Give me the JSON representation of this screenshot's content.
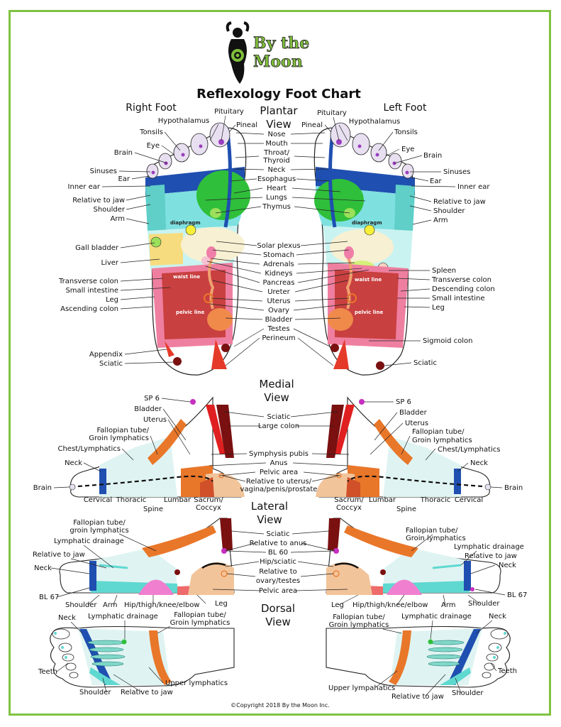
{
  "brand": {
    "line1": "By the",
    "line2": "Moon"
  },
  "title": "Reflexology Foot Chart",
  "copyright": "©Copyright 2018 By the Moon Inc.",
  "sections": {
    "plantar": [
      "Plantar",
      "View"
    ],
    "medial": [
      "Medial",
      "View"
    ],
    "lateral": [
      "Lateral",
      "View"
    ],
    "dorsal": [
      "Dorsal",
      "View"
    ]
  },
  "plantar": {
    "right_foot": "Right Foot",
    "left_foot": "Left Foot",
    "diaphragm": "diaphragm",
    "waist_line": "waist line",
    "pelvic_line": "pelvic line",
    "center": [
      "Nose",
      "Mouth",
      "Throat/",
      "Thyroid",
      "Neck",
      "Esophagus",
      "Heart",
      "Lungs",
      "Thymus",
      "Solar plexus",
      "Stomach",
      "Adrenals",
      "Kidneys",
      "Pancreas",
      "Ureter",
      "Uterus",
      "Ovary",
      "Bladder",
      "Testes",
      "Perineum"
    ],
    "right_labels": [
      "Pituitary",
      "Hypothalamus",
      "Pineal",
      "Tonsils",
      "Eye",
      "Brain",
      "Sinuses",
      "Ear",
      "Inner ear",
      "Relative to jaw",
      "Shoulder",
      "Arm",
      "Gall bladder",
      "Liver",
      "Transverse colon",
      "Small intestine",
      "Leg",
      "Ascending colon",
      "Appendix",
      "Sciatic"
    ],
    "left_labels": [
      "Pituitary",
      "Hypothalamus",
      "Pineal",
      "Tonsils",
      "Eye",
      "Brain",
      "Sinuses",
      "Ear",
      "Inner ear",
      "Relative to jaw",
      "Shoulder",
      "Arm",
      "Spleen",
      "Transverse colon",
      "Descending colon",
      "Small intestine",
      "Leg",
      "Sigmoid colon",
      "Sciatic"
    ]
  },
  "medial": {
    "left_labels": [
      "SP 6",
      "Bladder",
      "Uterus",
      "Fallopian tube/",
      "Groin lymphatics",
      "Chest/Lymphatics",
      "Neck",
      "Brain",
      "Cervical",
      "Thoracic",
      "Spine",
      "Lumbar",
      "Sacrum/",
      "Coccyx"
    ],
    "center": [
      "Sciatic",
      "Large colon",
      "Symphysis pubis",
      "Anus",
      "Pelvic area",
      "Relative to uterus/",
      "vagina/penis/prostate"
    ],
    "right_labels": [
      "SP 6",
      "Bladder",
      "Uterus",
      "Fallopian tube/",
      "Groin lymphatics",
      "Chest/Lymphatics",
      "Neck",
      "Brain",
      "Sacrum/",
      "Coccyx",
      "Lumbar",
      "Spine",
      "Thoracic",
      "Cervical"
    ]
  },
  "lateral": {
    "left_labels": [
      "Fallopian tube/",
      "groin lymphatics",
      "Lymphatic drainage",
      "Relative to jaw",
      "Neck",
      "BL 67",
      "Shoulder",
      "Arm",
      "Hip/thigh/knee/elbow",
      "Leg"
    ],
    "center": [
      "Sciatic",
      "Relative to anus",
      "BL 60",
      "Hip/sciatic",
      "Relative to",
      "ovary/testes",
      "Pelvic area"
    ],
    "right_labels": [
      "Fallopian tube/",
      "Groin lymphatics",
      "Lymphatic drainage",
      "Relative to jaw",
      "Neck",
      "BL 67",
      "Shoulder",
      "Arm",
      "Hip/thigh/knee/elbow",
      "Leg"
    ]
  },
  "dorsal": {
    "left_labels": [
      "Neck",
      "Lymphatic drainage",
      "Fallopian tube/",
      "Groin lymphatics",
      "Teeth",
      "Upper lymphatics",
      "Shoulder",
      "Relative to jaw"
    ],
    "right_labels": [
      "Lymphatic drainage",
      "Neck",
      "Fallopian tube/",
      "Groin lymphatics",
      "Teeth",
      "Upper lympahatics",
      "Shoulder",
      "Relative to jaw"
    ]
  },
  "colors": {
    "border": "#7fc241",
    "brand": "#7fbf3a",
    "blue": "#1f4fb0",
    "green": "#2fbf3a",
    "cyan": "#5fd8d0",
    "red": "#c94040",
    "orange": "#e9772a",
    "pink": "#ef7fa8",
    "peach": "#f2c49a"
  }
}
